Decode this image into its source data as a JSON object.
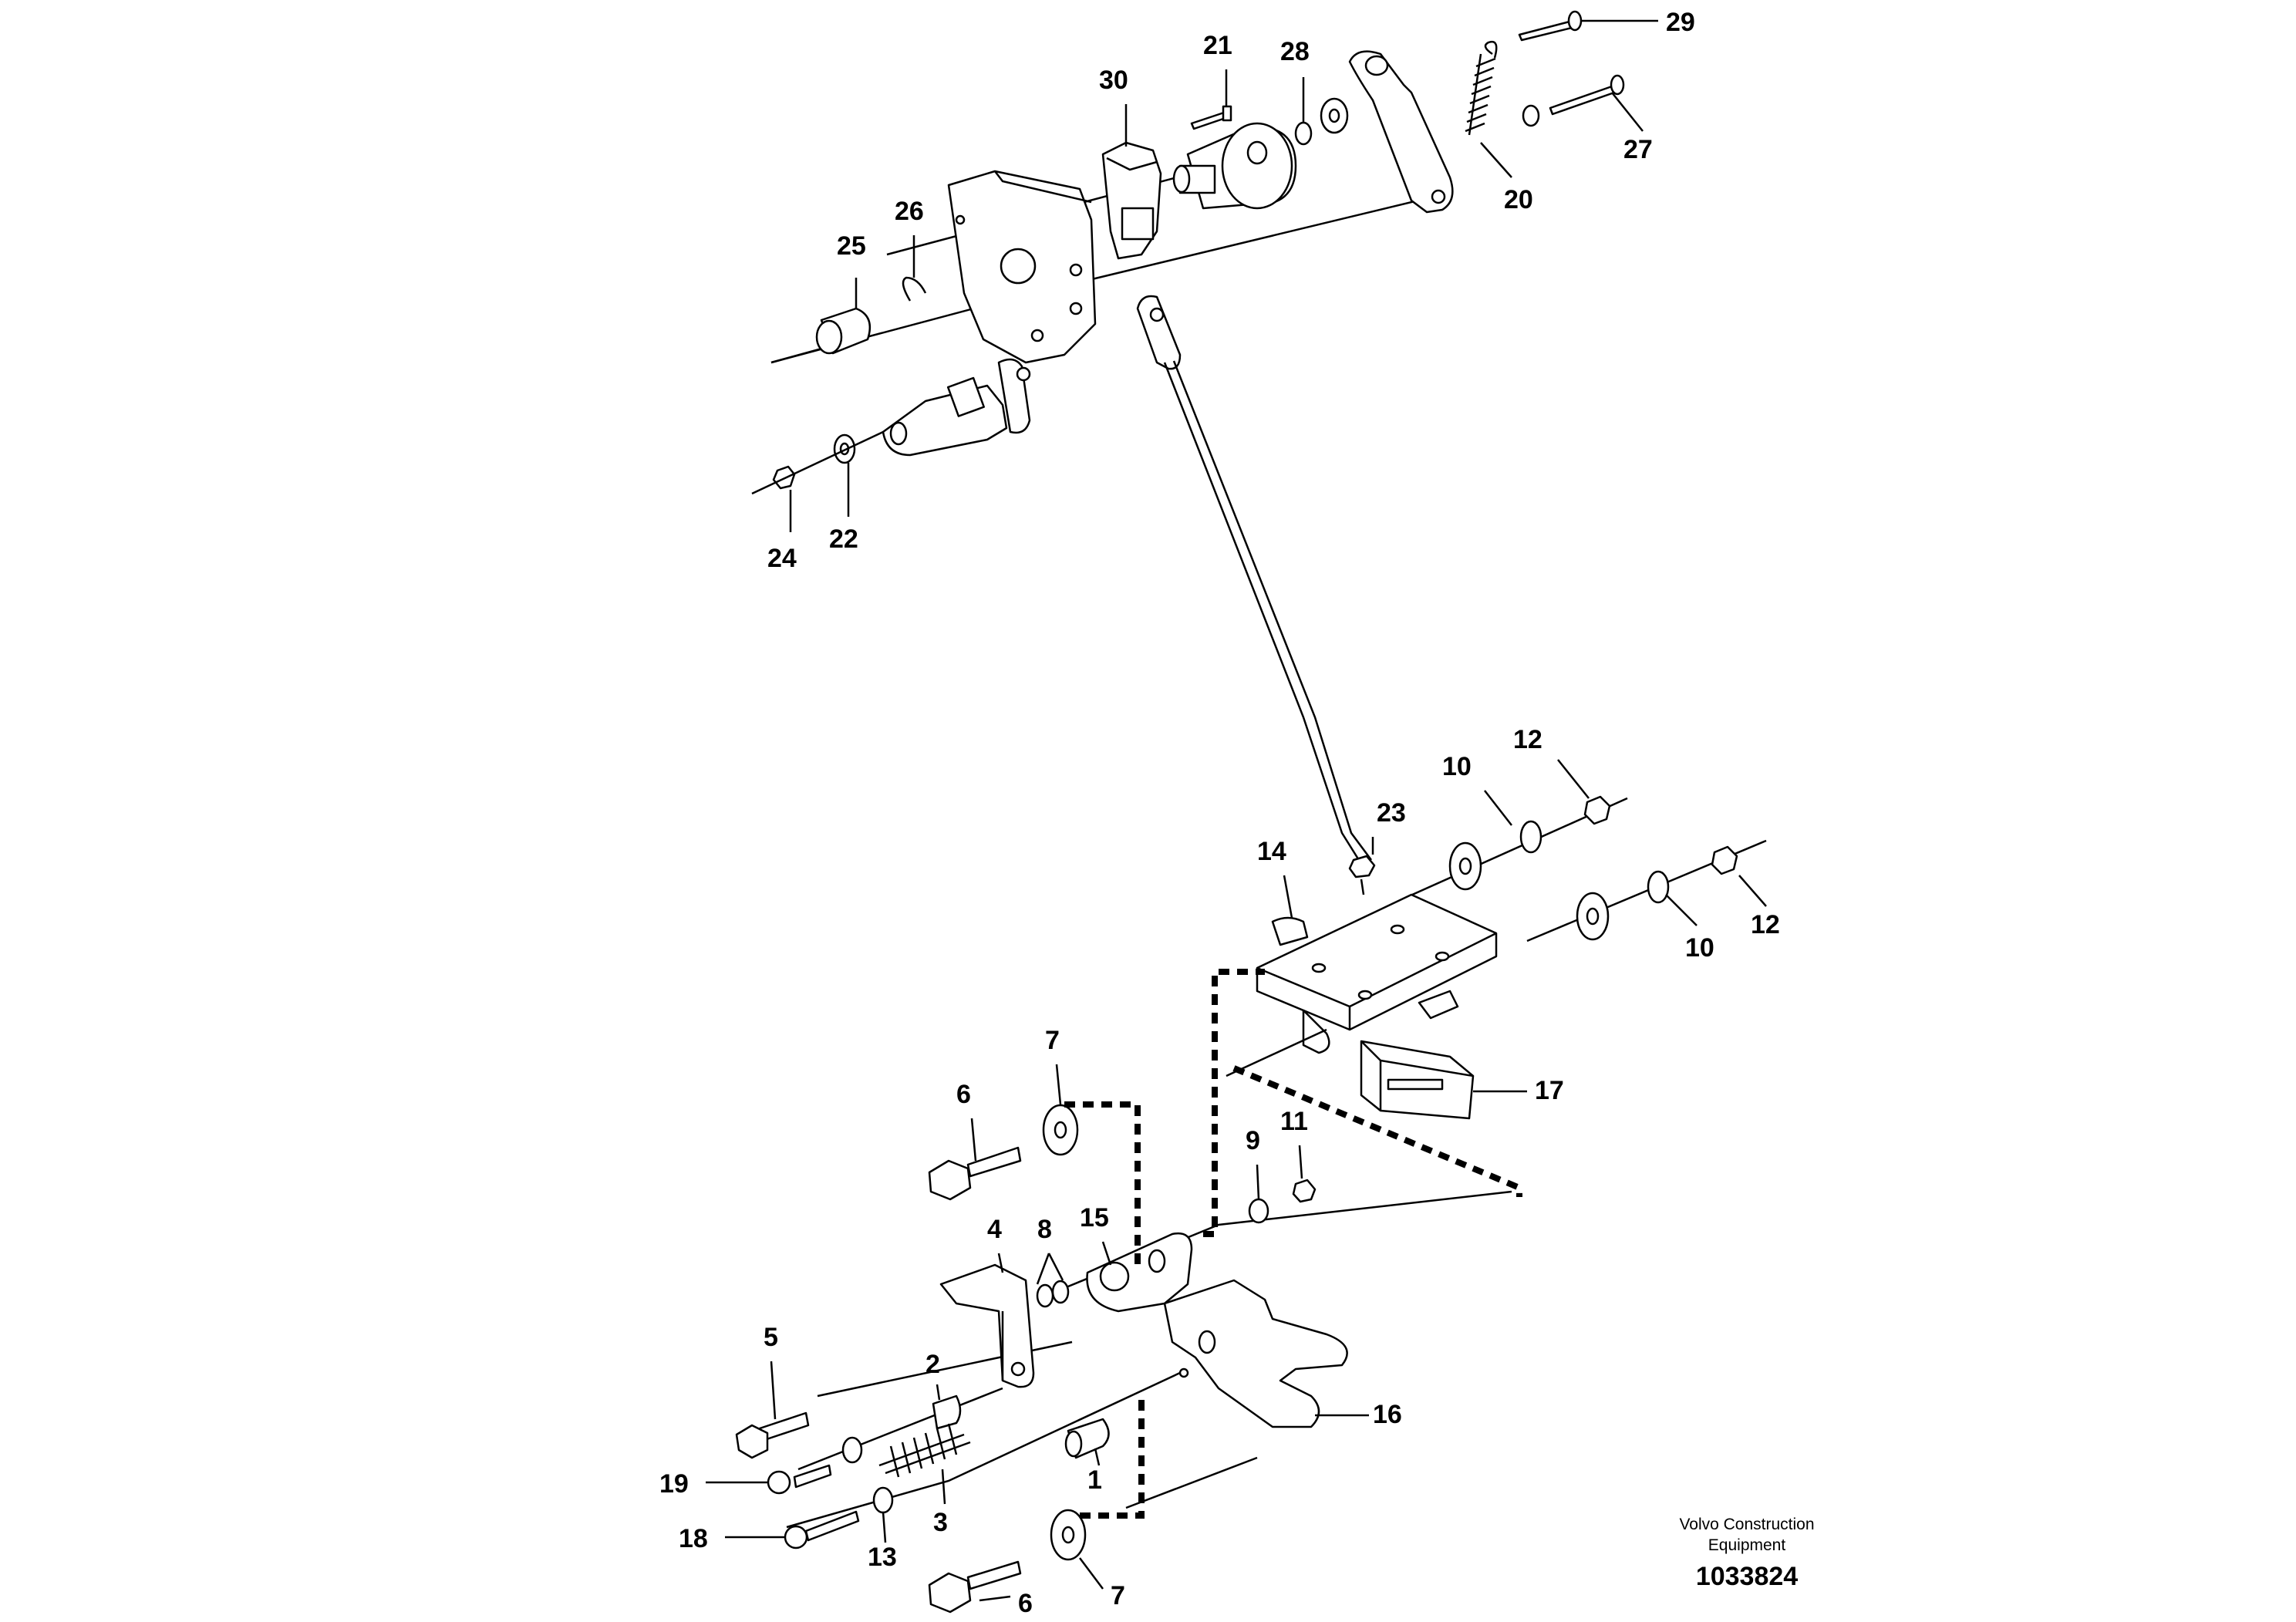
{
  "callouts": {
    "p1": "1",
    "p2": "2",
    "p3": "3",
    "p4": "4",
    "p5": "5",
    "p6a": "6",
    "p6b": "6",
    "p7a": "7",
    "p7b": "7",
    "p8": "8",
    "p9": "9",
    "p10a": "10",
    "p10b": "10",
    "p11": "11",
    "p12a": "12",
    "p12b": "12",
    "p13": "13",
    "p14": "14",
    "p15": "15",
    "p16": "16",
    "p17": "17",
    "p18": "18",
    "p19": "19",
    "p20": "20",
    "p21": "21",
    "p22": "22",
    "p23": "23",
    "p24": "24",
    "p25": "25",
    "p26": "26",
    "p27": "27",
    "p28": "28",
    "p29": "29",
    "p30": "30"
  },
  "footer": {
    "company_line1": "Volvo Construction",
    "company_line2": "Equipment",
    "drawing_number": "1033824"
  }
}
